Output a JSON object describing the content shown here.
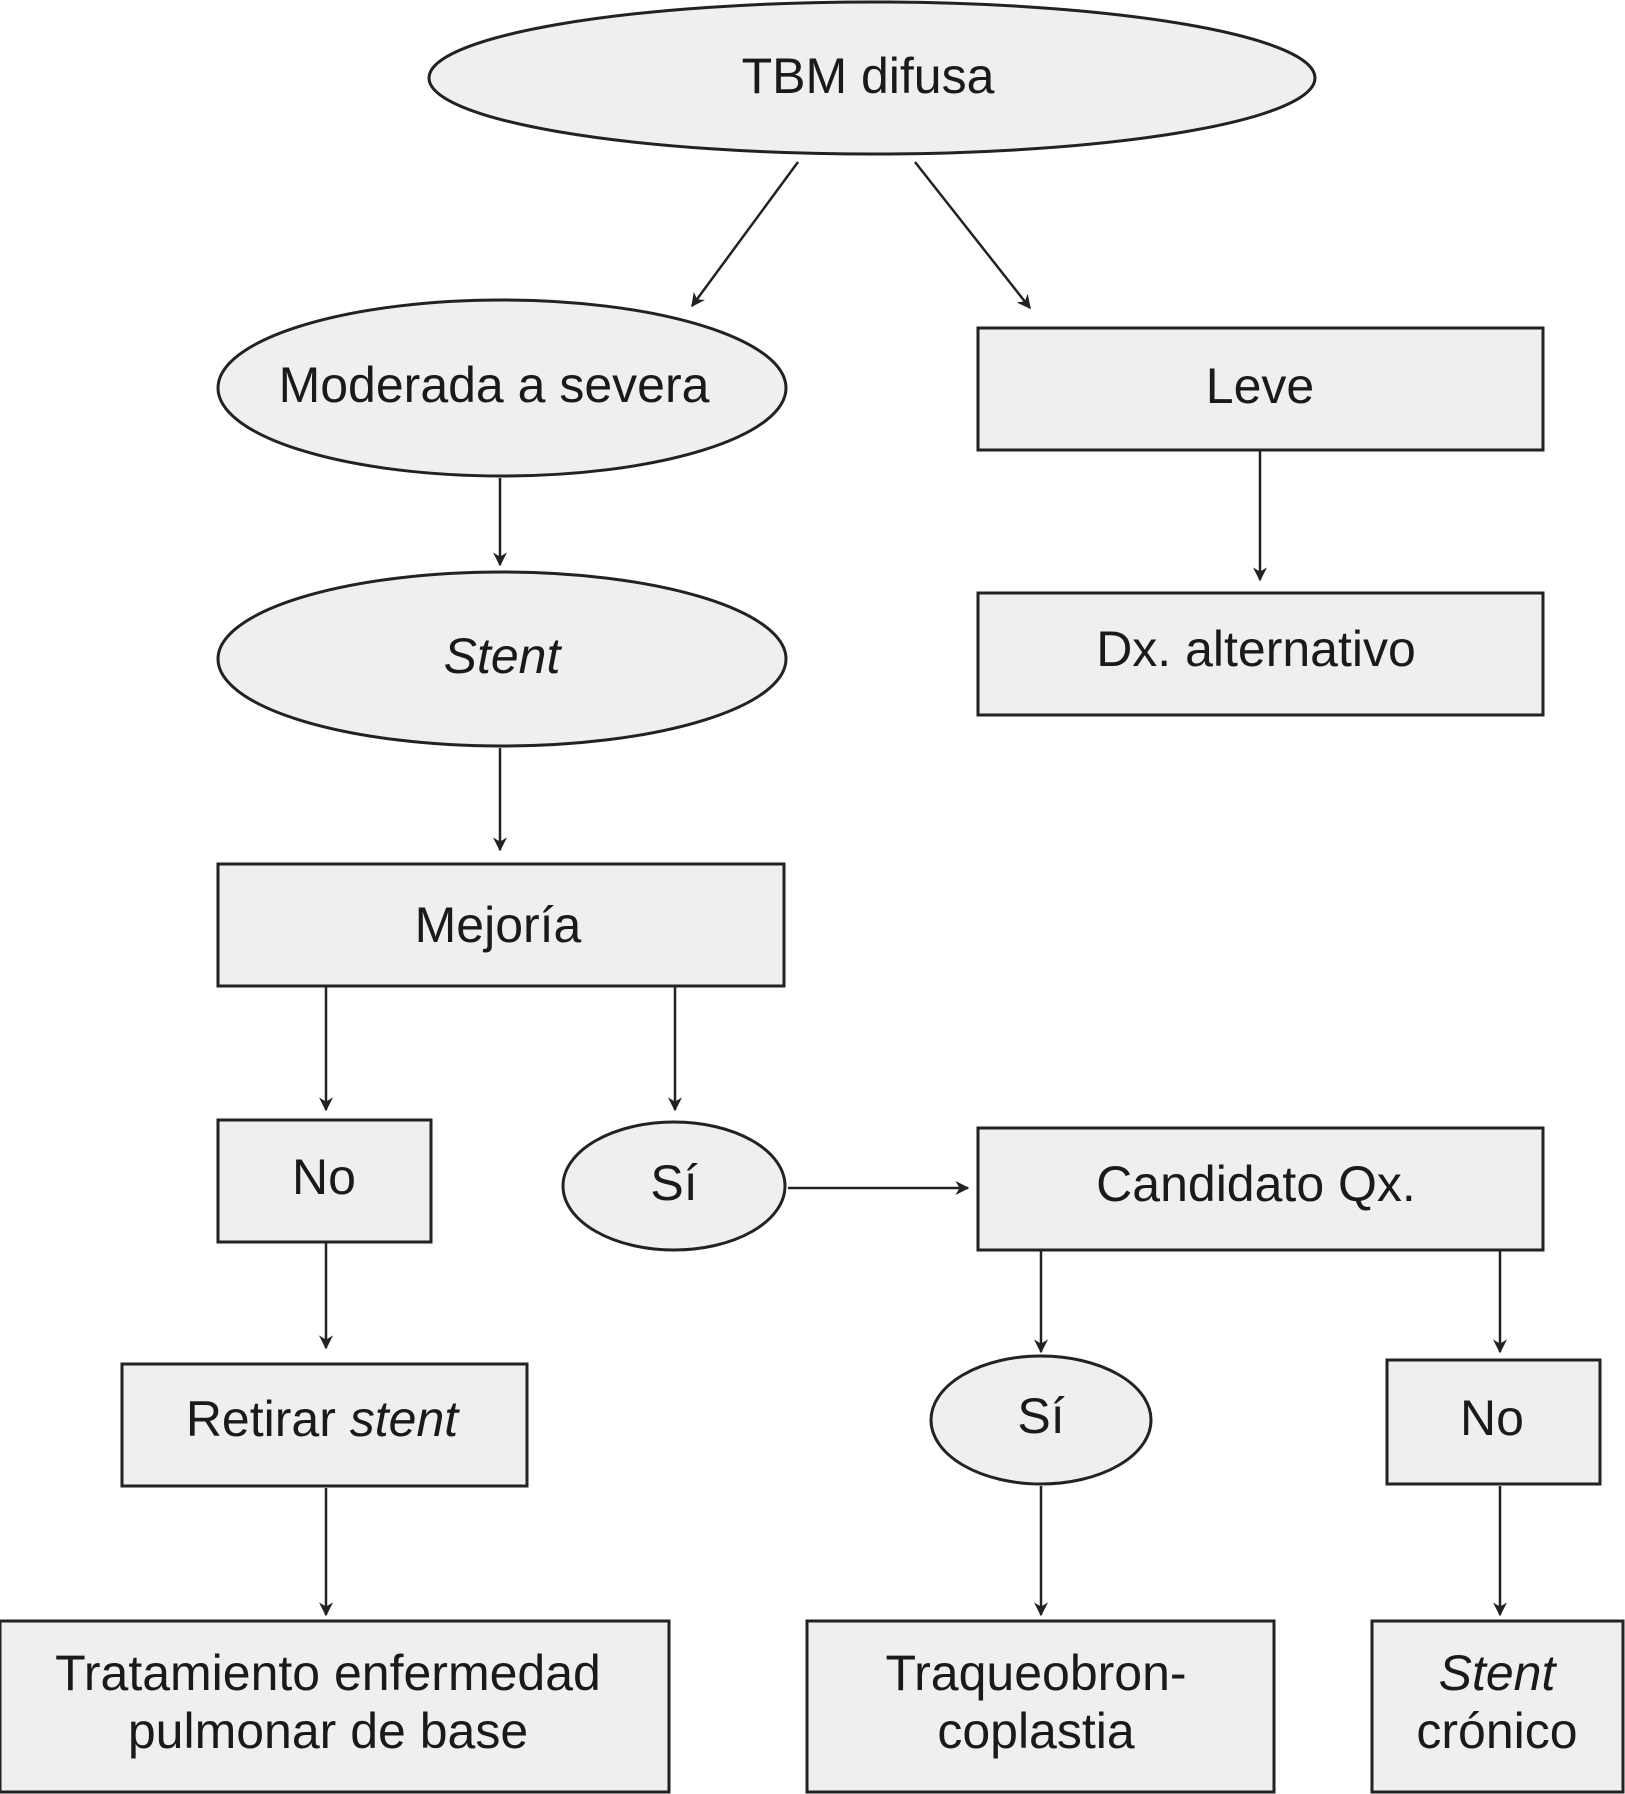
{
  "nodes": {
    "tbm": {
      "label": "TBM difusa"
    },
    "moderada": {
      "label": "Moderada a severa"
    },
    "leve": {
      "label": "Leve"
    },
    "stent": {
      "label": "Stent"
    },
    "dx": {
      "label": "Dx. alternativo"
    },
    "mejoria": {
      "label": "Mejoría"
    },
    "no_left": {
      "label": "No"
    },
    "si_left": {
      "label": "Sí"
    },
    "candidato": {
      "label": "Candidato Qx."
    },
    "retirar": {
      "label_prefix": "Retirar ",
      "label_italic": "stent"
    },
    "si_right": {
      "label": "Sí"
    },
    "no_right": {
      "label": "No"
    },
    "tratamiento": {
      "line1": "Tratamiento enfermedad",
      "line2": "pulmonar de base"
    },
    "traqueo": {
      "line1": "Traqueobron-",
      "line2": "coplastia"
    },
    "stent_cronico": {
      "line1": "Stent",
      "line2": "crónico"
    }
  },
  "colors": {
    "fill": "#efefef",
    "stroke": "#222222",
    "text": "#1a1a1a"
  }
}
